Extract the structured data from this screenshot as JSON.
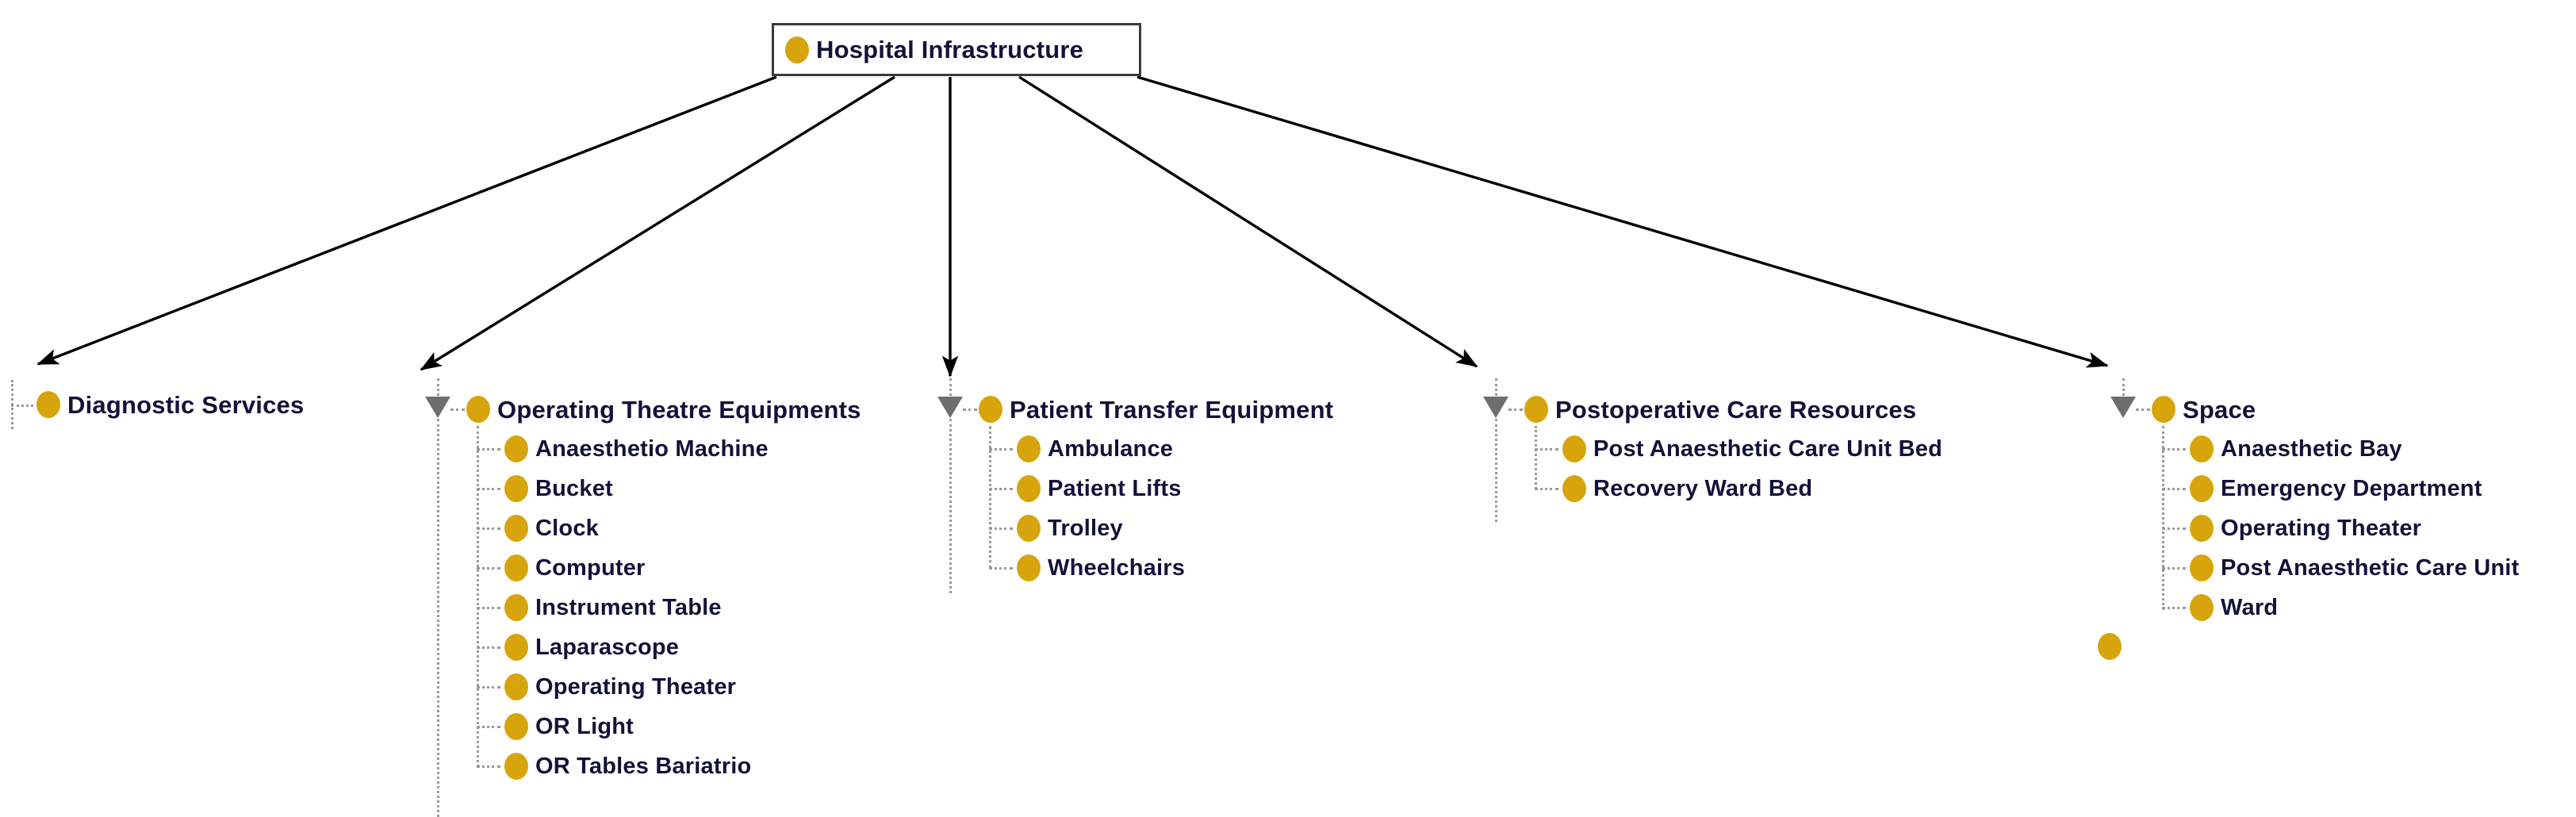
{
  "diagram": {
    "title": "Hospital Infrastructure",
    "type": "ontology-tree",
    "accent_color": "#d7a50b",
    "text_color": "#12123a",
    "edge_color": "#000000",
    "guide_color": "#9a9a9a",
    "toggle_color": "#6e6e6e"
  },
  "root": {
    "label": "Hospital Infrastructure",
    "icon": "class-circle-icon"
  },
  "branches": [
    {
      "label": "Diagnostic Services",
      "expandable": false,
      "children": []
    },
    {
      "label": "Operating Theatre Equipments",
      "expandable": true,
      "children": [
        {
          "label": "Anaesthetio Machine"
        },
        {
          "label": "Bucket"
        },
        {
          "label": "Clock"
        },
        {
          "label": "Computer"
        },
        {
          "label": "Instrument Table"
        },
        {
          "label": "Laparascope"
        },
        {
          "label": "Operating Theater"
        },
        {
          "label": "OR Light"
        },
        {
          "label": "OR Tables Bariatrio"
        }
      ]
    },
    {
      "label": "Patient Transfer Equipment",
      "expandable": true,
      "children": [
        {
          "label": "Ambulance"
        },
        {
          "label": "Patient Lifts"
        },
        {
          "label": "Trolley"
        },
        {
          "label": "Wheelchairs"
        }
      ]
    },
    {
      "label": "Postoperative Care Resources",
      "expandable": true,
      "children": [
        {
          "label": "Post Anaesthetic Care Unit Bed"
        },
        {
          "label": "Recovery Ward Bed"
        }
      ]
    },
    {
      "label": "Space",
      "expandable": true,
      "children": [
        {
          "label": "Anaesthetic Bay"
        },
        {
          "label": "Emergency Department"
        },
        {
          "label": "Operating Theater"
        },
        {
          "label": "Post Anaesthetic Care Unit"
        },
        {
          "label": "Ward"
        }
      ]
    }
  ]
}
